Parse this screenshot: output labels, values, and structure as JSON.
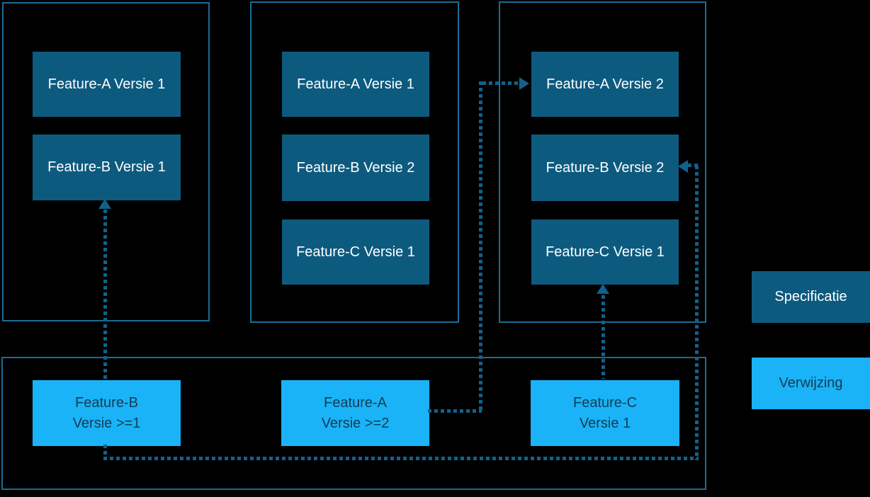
{
  "colors": {
    "background": "#000000",
    "container_border": "#1a6b96",
    "specification_fill": "#0d5a7f",
    "reference_fill": "#1ab3f7",
    "connector": "#11618b",
    "text_on_specification": "#ffffff",
    "text_on_reference": "#123c54"
  },
  "containers": [
    {
      "specifications": [
        "Feature-A Versie 1",
        "Feature-B Versie 1"
      ]
    },
    {
      "specifications": [
        "Feature-A Versie 1",
        "Feature-B Versie 2",
        "Feature-C Versie 1"
      ]
    },
    {
      "specifications": [
        "Feature-A Versie 2",
        "Feature-B Versie 2",
        "Feature-C Versie 1"
      ]
    }
  ],
  "references": [
    {
      "line1": "Feature-B",
      "line2": "Versie >=1"
    },
    {
      "line1": "Feature-A",
      "line2": "Versie >=2"
    },
    {
      "line1": "Feature-C",
      "line2": "Versie 1"
    }
  ],
  "legend": {
    "specification_label": "Specificatie",
    "reference_label": "Verwijzing"
  }
}
